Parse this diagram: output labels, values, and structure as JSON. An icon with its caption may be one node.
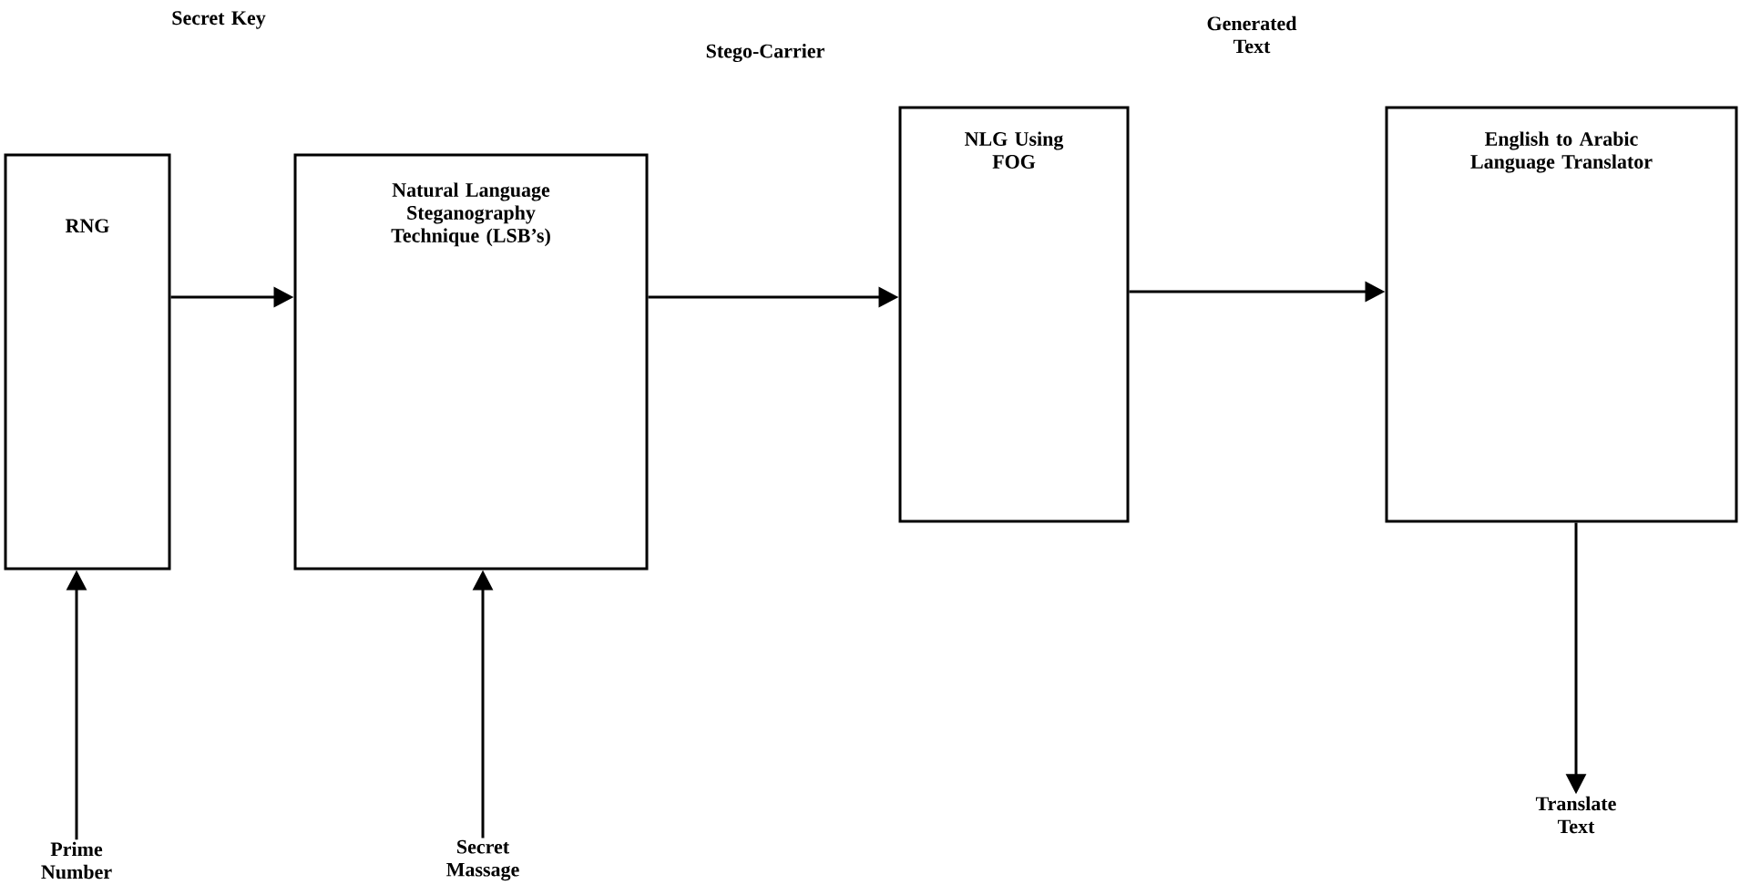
{
  "diagram": {
    "nodes": [
      {
        "text": [
          "RNG"
        ]
      },
      {
        "text": [
          "Natural Language Steganography Technique (LSB’s)"
        ]
      },
      {
        "text": [
          "NLG Using FOG"
        ]
      },
      {
        "text": [
          "English to Arabic Language Translator"
        ]
      },
      {
        "text": [
          "Prime Number"
        ]
      },
      {
        "text": [
          "Secret Massage"
        ]
      },
      {
        "text": [
          "Translate Text"
        ]
      }
    ],
    "edges": [
      {
        "from": 0,
        "to": 1,
        "arrow": "to"
      },
      {
        "from": 1,
        "to": 2,
        "arrow": "to"
      },
      {
        "from": 2,
        "to": 3,
        "arrow": "to"
      },
      {
        "from": 4,
        "to": 0,
        "arrow": "to"
      },
      {
        "from": 5,
        "to": 1,
        "arrow": "to"
      },
      {
        "from": 3,
        "to": 6,
        "arrow": "to"
      }
    ],
    "labels": [
      "Secret Key",
      "Stego-Carrier",
      "Generated Text"
    ]
  }
}
